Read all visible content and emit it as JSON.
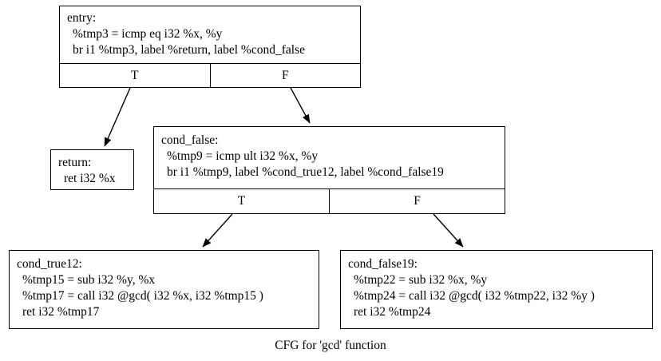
{
  "graph": {
    "caption": "CFG for 'gcd' function",
    "nodes": [
      {
        "id": "entry",
        "label": "entry:",
        "lines": [
          "%tmp3 = icmp eq i32 %x, %y",
          "br i1 %tmp3, label %return, label %cond_false"
        ],
        "ports": [
          "T",
          "F"
        ]
      },
      {
        "id": "return",
        "label": "return:",
        "lines": [
          "ret i32 %x"
        ],
        "ports": []
      },
      {
        "id": "cond_false",
        "label": "cond_false:",
        "lines": [
          "%tmp9 = icmp ult i32 %x, %y",
          "br i1 %tmp9, label %cond_true12, label %cond_false19"
        ],
        "ports": [
          "T",
          "F"
        ]
      },
      {
        "id": "cond_true12",
        "label": "cond_true12:",
        "lines": [
          "%tmp15 = sub i32 %y, %x",
          "%tmp17 = call i32 @gcd( i32 %x, i32 %tmp15 )",
          "ret i32 %tmp17"
        ],
        "ports": []
      },
      {
        "id": "cond_false19",
        "label": "cond_false19:",
        "lines": [
          "%tmp22 = sub i32 %x, %y",
          "%tmp24 = call i32 @gcd( i32 %tmp22, i32 %y )",
          "ret i32 %tmp24"
        ],
        "ports": []
      }
    ],
    "edges": [
      {
        "from": "entry",
        "port": "T",
        "to": "return"
      },
      {
        "from": "entry",
        "port": "F",
        "to": "cond_false"
      },
      {
        "from": "cond_false",
        "port": "T",
        "to": "cond_true12"
      },
      {
        "from": "cond_false",
        "port": "F",
        "to": "cond_false19"
      }
    ],
    "colors": {
      "node_border": "#000000",
      "node_fill": "#ffffff",
      "edge": "#000000",
      "text": "#000000"
    }
  }
}
